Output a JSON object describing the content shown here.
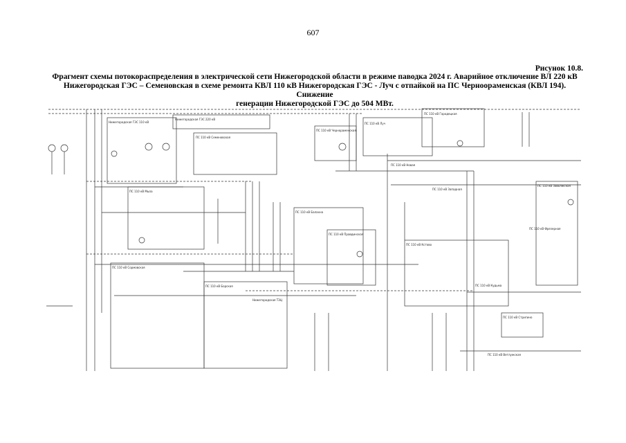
{
  "page_number": "607",
  "figure_label": "Рисунок 10.8.",
  "caption_lines": [
    "Фрагмент схемы потокораспределения в электрической сети Нижегородской области в режиме паводка 2024 г. Аварийное отключение ВЛ 220 кВ",
    "Нижегородская ГЭС – Семеновская в схеме ремонта КВЛ 110 кВ Нижегородская ГЭС - Луч с отпайкой на ПС Черноораменская (КВЛ 194). Снижение",
    "генерации Нижегородской ГЭС до 504 МВт."
  ],
  "scheme_labels": [
    "Нижегородская ГЭС 110 кВ",
    "Нижегородская ГЭС 220 кВ",
    "ПС 110 кВ Семеновская",
    "ПС 110 кВ Чернораменская",
    "ПС 110 кВ Луч",
    "ПС 110 кВ Городецкая",
    "ПС 110 кВ Заволжская",
    "ПС 110 кВ Балахна",
    "ПС 110 кВ Правдинская",
    "ПС 110 кВ Кстово",
    "ПС 110 кВ Борская",
    "ПС 110 кВ Сормовская",
    "ПС 110 кВ Мыза",
    "ПС 110 кВ Стригино",
    "ПС 110 кВ Кудьма",
    "ПС 110 кВ Фрезерная",
    "ПС 110 кВ Новая",
    "ПС 110 кВ Западная",
    "Нижегородская ТЭЦ",
    "ПС 110 кВ Ветлужская"
  ]
}
